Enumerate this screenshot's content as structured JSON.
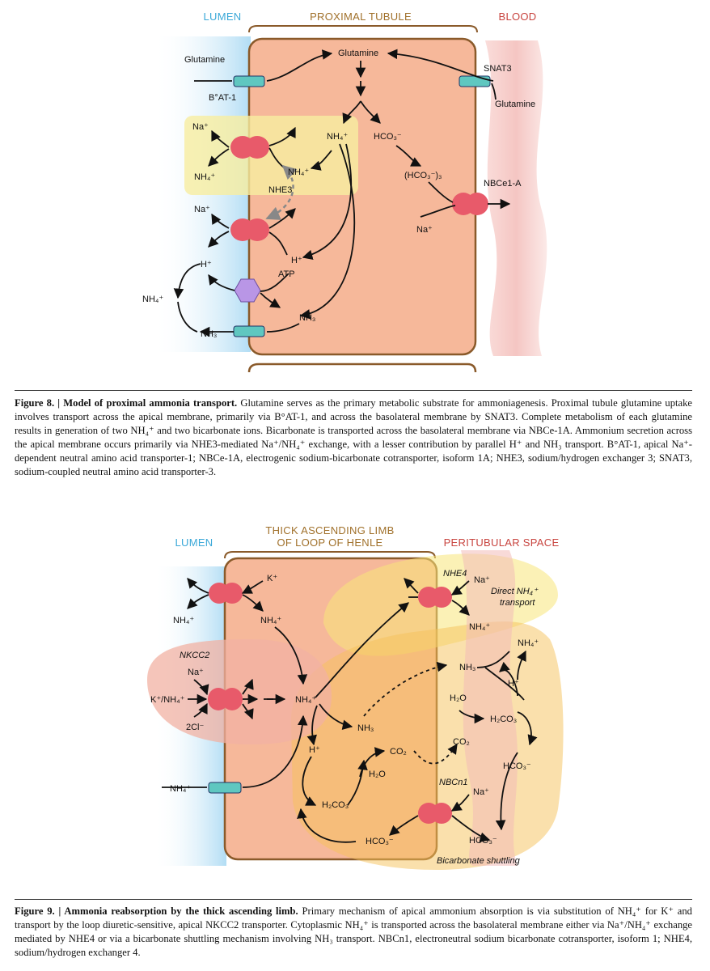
{
  "figure8": {
    "headers": {
      "lumen": "LUMEN",
      "middle": "PROXIMAL TUBULE",
      "blood": "BLOOD"
    },
    "labels": {
      "glutamine_lumen": "Glutamine",
      "bat1": "B°AT-1",
      "glutamine_cell": "Glutamine",
      "snat3": "SNAT3",
      "glutamine_blood": "Glutamine",
      "na_top": "Na⁺",
      "nh4_out": "NH₄⁺",
      "nh4_cell": "NH₄⁺",
      "nh4_near_nhe": "NH₄⁺",
      "hco3": "HCO₃⁻",
      "hco3_3": "(HCO₃⁻)₃",
      "nhe3": "NHE3",
      "nbce1a": "NBCe1-A",
      "na_blood": "Na⁺",
      "na_mid": "Na⁺",
      "h_cell": "H⁺",
      "h_lumen": "H⁺",
      "atp": "ATP",
      "nh4_lumen_final": "NH₄⁺",
      "nh3_cell": "NH₃",
      "nh3_lumen": "NH₃"
    },
    "caption": {
      "title": "Figure 8. | Model of proximal ammonia transport.",
      "body": " Glutamine serves as the primary metabolic substrate for ammoniagenesis. Proximal tubule glutamine uptake involves transport across the apical membrane, primarily via B°AT-1, and across the basolateral membrane by SNAT3. Complete metabolism of each glutamine results in generation of two NH₄⁺ and two bicarbonate ions. Bicarbonate is transported across the basolateral membrane via NBCe-1A. Ammonium secretion across the apical membrane occurs primarily via NHE3-mediated Na⁺/NH₄⁺ exchange, with a lesser contribution by parallel H⁺ and NH₃ transport. B°AT-1, apical Na⁺-dependent neutral amino acid transporter-1; NBCe-1A, electrogenic sodium-bicarbonate cotransporter, isoform 1A; NHE3, sodium/hydrogen exchanger 3; SNAT3, sodium-coupled neutral amino acid transporter-3."
    }
  },
  "figure9": {
    "headers": {
      "lumen": "LUMEN",
      "middle_line1": "THICK ASCENDING LIMB",
      "middle_line2": "OF LOOP OF HENLE",
      "blood": "PERITUBULAR SPACE"
    },
    "labels": {
      "k_top": "K⁺",
      "nh4_lumen_top": "NH₄⁺",
      "nh4_cell_top": "NH₄⁺",
      "nkcc2": "NKCC2",
      "na_nkcc": "Na⁺",
      "k_nh4": "K⁺/NH₄⁺",
      "cl2": "2Cl⁻",
      "nh4_center": "NH₄⁺",
      "nh4_lumen_bottom": "NH₄⁺",
      "nhe4": "NHE4",
      "na_nhe4": "Na⁺",
      "direct_line1": "Direct NH₄⁺",
      "direct_line2": "transport",
      "nh4_peri_nhe4": "NH₄⁺",
      "nh4_peri_top": "NH₄⁺",
      "nh3_peri": "NH₃",
      "h_peri": "H⁺",
      "h2o_peri": "H₂O",
      "h2co3_peri": "H₂CO₃",
      "co2_peri": "CO₂",
      "hco3_peri": "HCO₃⁻",
      "nbcn1": "NBCn1",
      "na_nbcn1": "Na⁺",
      "hco3_peri_bottom": "HCO₃⁻",
      "nh3_cell": "NH₃",
      "h_cell": "H⁺",
      "co2_cell": "CO₂",
      "h2o_cell": "H₂O",
      "h2co3_cell": "H₂CO₃",
      "hco3_cell": "HCO₃⁻",
      "shuttle": "Bicarbonate shuttling"
    },
    "caption": {
      "title": "Figure 9. | Ammonia reabsorption by the thick ascending limb.",
      "body": " Primary mechanism of apical ammonium absorption is via substitution of NH₄⁺ for K⁺ and transport by the loop diuretic-sensitive, apical NKCC2 transporter. Cytoplasmic NH₄⁺ is transported across the basolateral membrane either via Na⁺/NH₄⁺ exchange mediated by NHE4 or via a bicarbonate shuttling mechanism involving NH₃ transport. NBCn1, electroneutral sodium bicarbonate cotransporter, isoform 1; NHE4, sodium/hydrogen exchanger 4."
    }
  },
  "colors": {
    "lumen_header": "#3aa8d8",
    "tubule_header": "#a0702a",
    "blood_header": "#c8443f",
    "cell_fill": "#f6b89a",
    "cell_border": "#8a5a2a",
    "lumen_glow": "#bfe4f7",
    "transporter": "#e85a6a",
    "channel": "#5fc7c0",
    "atpase": "#b996e6",
    "nhe3_zone": "#f8eea0",
    "nkcc_zone": "#f2b1a3",
    "shuttle_zone": "#f6c25a"
  }
}
